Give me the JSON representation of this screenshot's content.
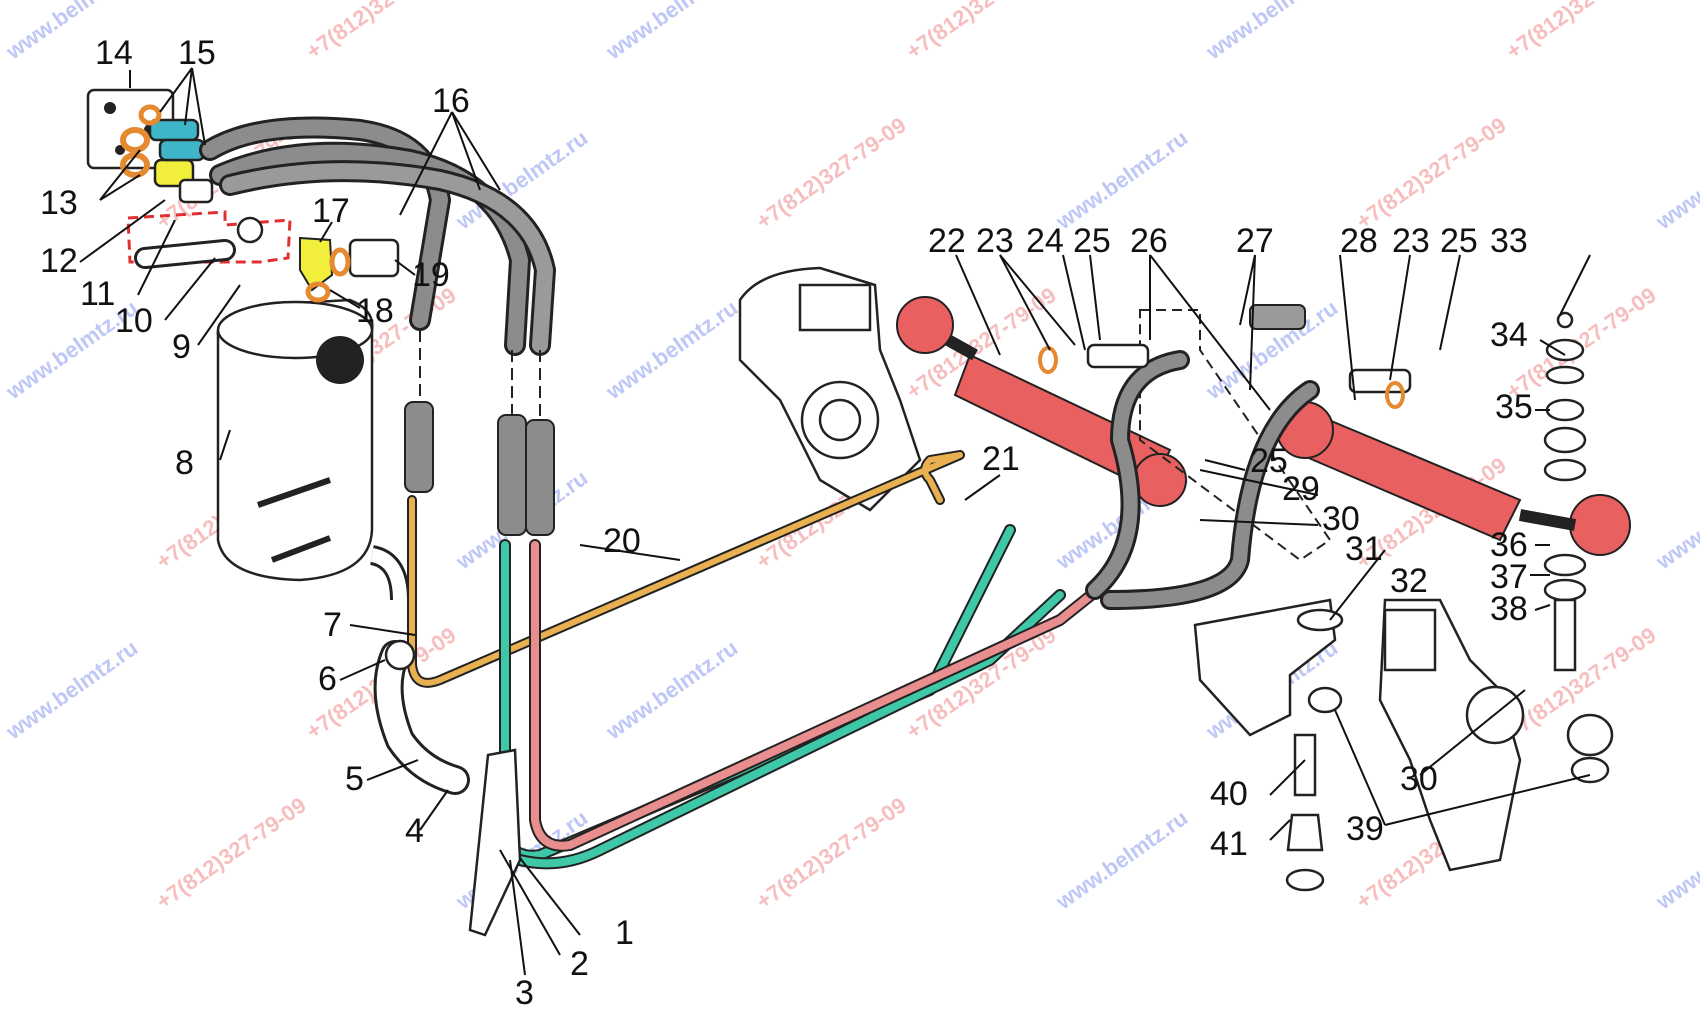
{
  "part_labels": [
    "1",
    "2",
    "3",
    "4",
    "5",
    "6",
    "7",
    "8",
    "9",
    "10",
    "11",
    "12",
    "13",
    "14",
    "15",
    "16",
    "17",
    "18",
    "19",
    "20",
    "21",
    "22",
    "23",
    "24",
    "25",
    "26",
    "27",
    "28",
    "29",
    "30",
    "31",
    "32",
    "33",
    "34",
    "35",
    "36",
    "37",
    "38",
    "39",
    "40",
    "41"
  ],
  "watermarks": {
    "site": "www.belmtz.ru",
    "phone": "+7(812)327-79-09"
  },
  "colors": {
    "pressure_line": "#3ec8a8",
    "return_line": "#e98e8e",
    "drain_line": "#e8b050",
    "cylinder": "#e86060",
    "fitting_yellow": "#f1ee3c",
    "fitting_teal": "#3fb6c8",
    "seal_ring": "#e58a30",
    "clamp_outline": "#e03030",
    "watermark_red": "#f08a8a",
    "watermark_blue": "#8a9af0"
  }
}
